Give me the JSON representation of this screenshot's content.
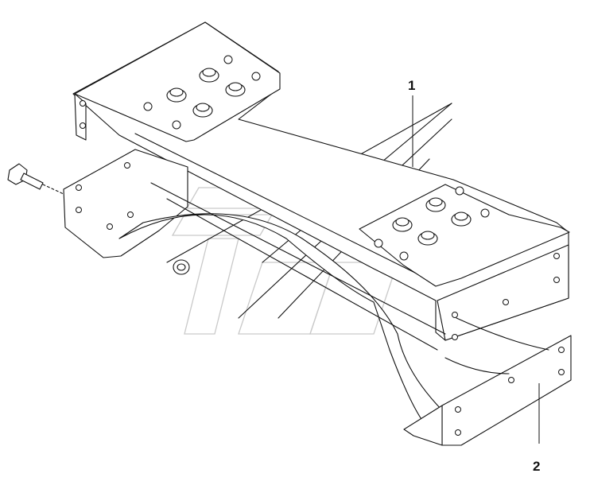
{
  "callouts": [
    {
      "id": "1",
      "label": "1"
    },
    {
      "id": "2",
      "label": "2"
    }
  ],
  "colors": {
    "line": "#111111",
    "background": "#ffffff",
    "watermark": "#c9c9c9"
  }
}
